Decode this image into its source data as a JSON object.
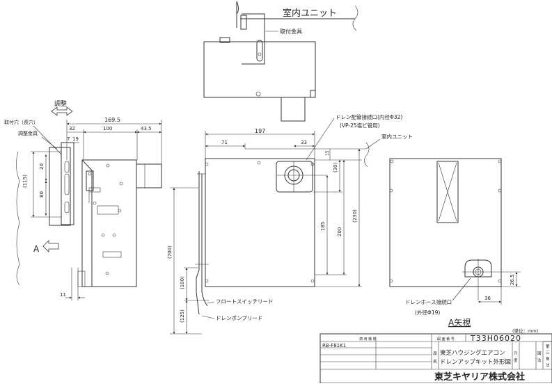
{
  "top_view": {
    "label_indoor_unit": "室内ユニット",
    "label_bracket": "取付金具"
  },
  "side_view": {
    "label_adjust": "調整",
    "label_mount_hole": "取付穴（長穴）",
    "label_adjust_bracket": "調整金具",
    "label_view_a": "A",
    "dims": {
      "overall": "169.5",
      "d32": "32",
      "d100": "100",
      "d43_5": "43.5",
      "d7": "7",
      "d19": "19",
      "d20": "20",
      "d115": "(115)",
      "d80": "80",
      "d11": "11"
    }
  },
  "front_view": {
    "label_drain_outlet": "ドレン配管接続口(内径Φ32)",
    "label_vp25": "(VP-25塩ビ管用)",
    "label_indoor_unit": "室内ユニット",
    "label_float_lead": "フロートスイッチリード",
    "label_pump_lead": "ドレンポンプリード",
    "dims": {
      "d197": "197",
      "d71": "71",
      "d33": "33",
      "d15": "15",
      "d30": "(30)",
      "d185": "185",
      "d200": "200",
      "d230": "(230)",
      "d700": "(700)",
      "d100": "(100)",
      "d125": "(125)"
    }
  },
  "view_a": {
    "label_hose_outlet": "ドレンホース接続口",
    "label_outer_dia": "(外径Φ19)",
    "title": "A矢視",
    "dims": {
      "d36": "36",
      "d26_5": "26.5"
    }
  },
  "title_block": {
    "unit_note": "(単位：mm)",
    "applicable_model_header": "適 用 機 種",
    "drawing_no_header": "図 面 番 号",
    "drawing_no": "T33H06020",
    "model": "RB-F81K1",
    "name_label_1": "品",
    "name_label_2": "名",
    "product_name_1": "東芝ハウジングエアコン",
    "product_name_2": "ドレンアップキット外形図",
    "scale_label_1": "尺",
    "scale_label_2": "度",
    "method_label_1": "図",
    "method_label_2": "法",
    "projection_1": "第",
    "projection_2": "三",
    "projection_3": "角",
    "projection_4": "法",
    "company": "東芝キヤリア株式会社"
  }
}
